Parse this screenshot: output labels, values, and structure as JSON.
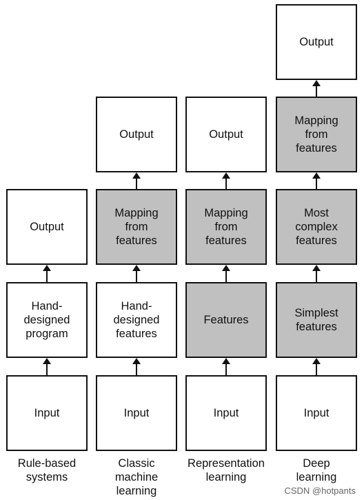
{
  "columns": [
    {
      "label": "Rule-based\nsystems",
      "boxes": [
        {
          "text": "Input",
          "shaded": false
        },
        {
          "text": "Hand-\ndesigned\nprogram",
          "shaded": false
        },
        {
          "text": "Output",
          "shaded": false
        }
      ]
    },
    {
      "label": "Classic\nmachine\nlearning",
      "boxes": [
        {
          "text": "Input",
          "shaded": false
        },
        {
          "text": "Hand-\ndesigned\nfeatures",
          "shaded": false
        },
        {
          "text": "Mapping\nfrom\nfeatures",
          "shaded": true
        },
        {
          "text": "Output",
          "shaded": false
        }
      ]
    },
    {
      "label": "Representation\nlearning",
      "boxes": [
        {
          "text": "Input",
          "shaded": false
        },
        {
          "text": "Features",
          "shaded": true
        },
        {
          "text": "Mapping\nfrom\nfeatures",
          "shaded": true
        },
        {
          "text": "Output",
          "shaded": false
        }
      ]
    },
    {
      "label": "Deep\nlearning",
      "boxes": [
        {
          "text": "Input",
          "shaded": false
        },
        {
          "text": "Simplest\nfeatures",
          "shaded": true
        },
        {
          "text": "Most\ncomplex\nfeatures",
          "shaded": true
        },
        {
          "text": "Mapping\nfrom\nfeatures",
          "shaded": true
        },
        {
          "text": "Output",
          "shaded": false
        }
      ]
    }
  ],
  "watermark": "CSDN @hotpants",
  "colors": {
    "shaded": "#c0c0c0",
    "plain": "#ffffff",
    "stroke": "#111111"
  }
}
